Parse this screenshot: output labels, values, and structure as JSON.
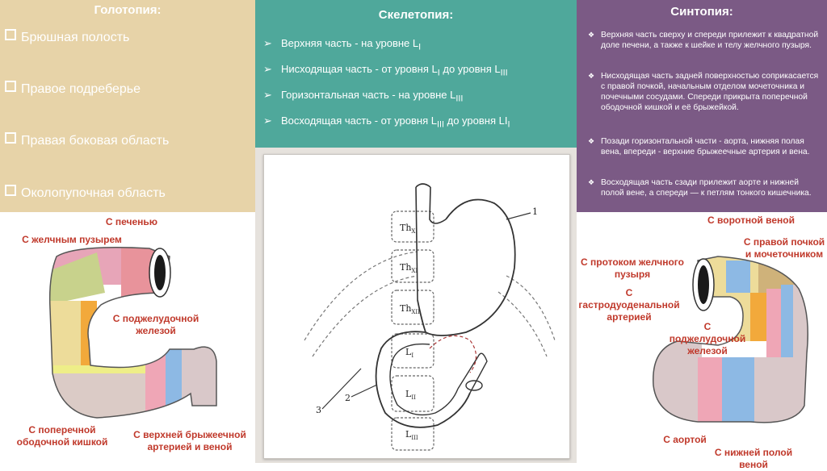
{
  "golotopia": {
    "title": "Голотопия",
    "title_colon": ":",
    "items": [
      "Брюшная полость",
      "Правое подреберье",
      "Правая боковая область",
      "Околопупочная область"
    ]
  },
  "skeletopia": {
    "title": "Скелетопия",
    "title_colon": ":",
    "items": [
      {
        "text": "Верхняя часть - на уровне L",
        "sub1": "I",
        "mid": "",
        "sub2": ""
      },
      {
        "text": "Нисходящая часть - от уровня L",
        "sub1": "I",
        "mid": " до уровня L",
        "sub2": "III"
      },
      {
        "text": "Горизонтальная часть - на уровне L",
        "sub1": "III",
        "mid": "",
        "sub2": ""
      },
      {
        "text": "Восходящая часть - от уровня L",
        "sub1": "III",
        "mid": " до уровня LI",
        "sub2": "I"
      }
    ]
  },
  "syntopia": {
    "title": "Синтопия",
    "title_colon": ":",
    "items": [
      "Верхняя часть сверху и спереди прилежит к квадратной доле печени, а также к шейке и телу желчного пузыря.",
      "Нисходящая часть задней поверхностью соприкасается с правой почкой, начальным отделом мочеточника и почечными сосудами. Спереди прикрыта поперечной ободочной кишкой и её брыжейкой.",
      "Позади горизонтальной части - аорта, нижняя полая вена, впереди - верхние брыжеечные артерия и вена.",
      "Восходящая часть сзади прилежит аорте и нижней полой вене, а спереди — к петлям тонкого кишечника."
    ]
  },
  "illustration": {
    "vertebrae": [
      "Th",
      "Th",
      "Th",
      "L",
      "L",
      "L"
    ],
    "vertebra_subs": [
      "X",
      "XI",
      "XII",
      "I",
      "II",
      "III"
    ],
    "leaders": [
      "1",
      "2",
      "3"
    ]
  },
  "left_diagram_labels": {
    "liver": "С печенью",
    "gallbladder": "С желчным пузырем",
    "pancreas": "С поджелудочной железой",
    "colon": "С поперечной ободочной кишкой",
    "sma": "С верхней брыжеечной артерией и веной"
  },
  "right_diagram_labels": {
    "portal": "С воротной веной",
    "kidney": "С правой почкой и мочеточником",
    "bile_duct": "С протоком желчного пузыря",
    "gda": "С гастродуоденальной артерией",
    "pancreas": "С поджелудочной железой",
    "aorta": "С аортой",
    "ivc": "С нижней полой веной"
  },
  "colors": {
    "golotopia_bg": "#e7d3a8",
    "skeletopia_bg": "#4fa89b",
    "syntopia_bg": "#7b5a85",
    "label_red": "#c0392b"
  }
}
